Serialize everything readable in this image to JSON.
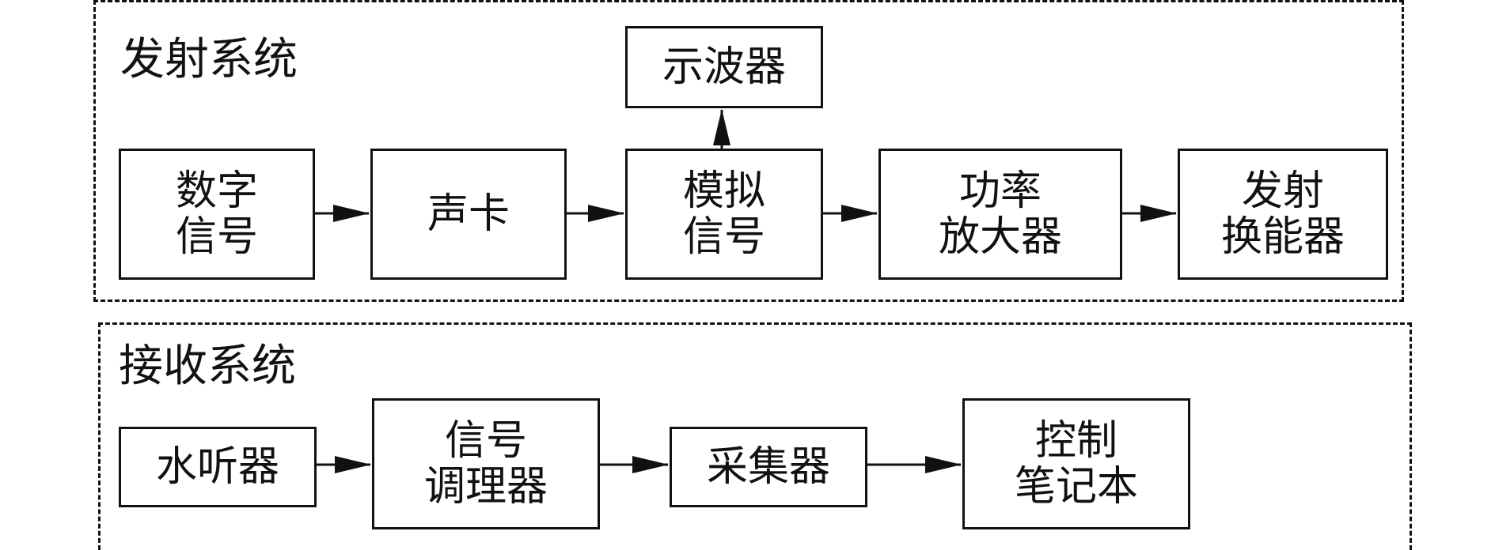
{
  "transmit_system": {
    "title": "发射系统",
    "blocks": {
      "digital_signal": "数字\n信号",
      "sound_card": "声卡",
      "analog_signal": "模拟\n信号",
      "oscilloscope": "示波器",
      "power_amplifier": "功率\n放大器",
      "transmit_transducer": "发射\n换能器"
    }
  },
  "receive_system": {
    "title": "接收系统",
    "blocks": {
      "hydrophone": "水听器",
      "signal_conditioner": "信号\n调理器",
      "collector": "采集器",
      "control_laptop": "控制\n笔记本"
    }
  }
}
